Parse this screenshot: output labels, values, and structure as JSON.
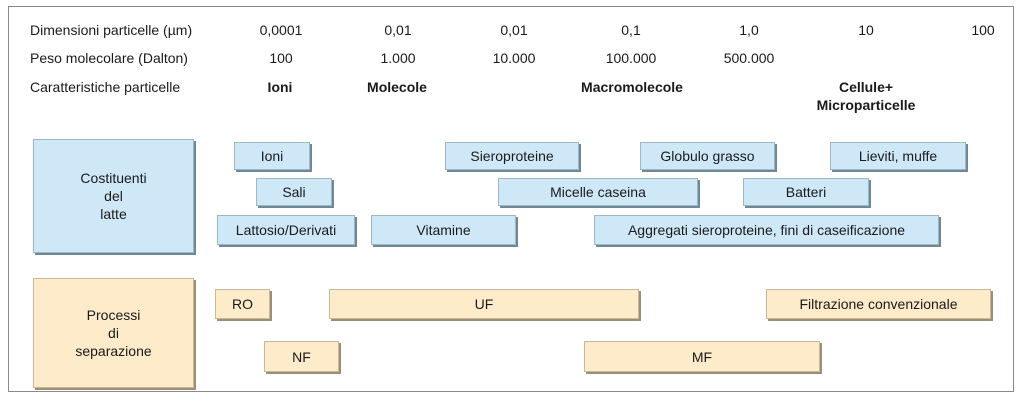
{
  "header": {
    "rows": [
      {
        "label": "Dimensioni particelle (µm)",
        "values": [
          "0,0001",
          "0,01",
          "0,01",
          "0,1",
          "1,0",
          "10",
          "100"
        ]
      },
      {
        "label": "Peso molecolare (Dalton)",
        "values": [
          "100",
          "1.000",
          "10.000",
          "100.000",
          "500.000"
        ]
      },
      {
        "label": "Caratteristiche particelle",
        "values": [
          "Ioni",
          "Molecole",
          "Macromolecole",
          "Cellule+",
          "Microparticelle"
        ]
      }
    ]
  },
  "categories": {
    "milk": [
      "Costituenti",
      "del",
      "latte"
    ],
    "processes": [
      "Processi",
      "di",
      "separazione"
    ]
  },
  "milk_components": [
    "Ioni",
    "Sieroproteine",
    "Globulo grasso",
    "Lieviti, muffe",
    "Sali",
    "Micelle caseina",
    "Batteri",
    "Lattosio/Derivati",
    "Vitamine",
    "Aggregati sieroproteine, fini di caseificazione"
  ],
  "processes": [
    "RO",
    "UF",
    "Filtrazione convenzionale",
    "NF",
    "MF"
  ],
  "colors": {
    "component_fill": "#cfe8f7",
    "process_fill": "#fdebc9",
    "border": "#8a8a8a"
  }
}
